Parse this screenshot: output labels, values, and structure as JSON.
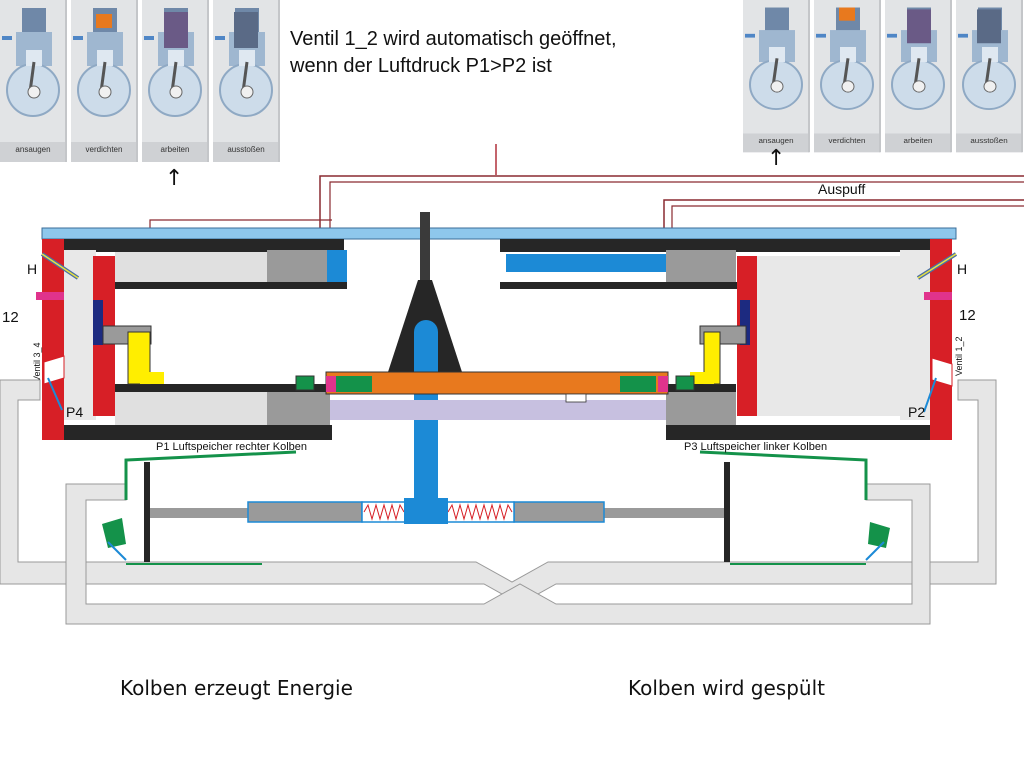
{
  "title": {
    "line1": "Ventil 1_2 wird automatisch geöffnet,",
    "line2": "wenn der Luftdruck P1>P2 ist"
  },
  "strips": {
    "left_labels": [
      "ansaugen",
      "verdichten",
      "arbeiten",
      "ausstoßen"
    ],
    "right_labels": [
      "ansaugen",
      "verdichten",
      "arbeiten",
      "ausstoßen"
    ]
  },
  "arrows": {
    "up": "↑"
  },
  "labels": {
    "auspuff": "Auspuff",
    "h_left": "H",
    "h_right": "H",
    "twelve_left": "12",
    "twelve_right": "12",
    "ventil_left": "Ventil 3_4",
    "ventil_right": "Ventil 1_2",
    "p4": "P4",
    "p2": "P2",
    "p1_note": "P1 Luftspeicher rechter Kolben",
    "p3_note": "P3 Luftspeicher linker Kolben"
  },
  "captions": {
    "left": "Kolben erzeugt Energie",
    "right": "Kolben wird gespült"
  },
  "colors": {
    "frame_red": "#d71f26",
    "cap_blue": "#8ec7ec",
    "rod_blue": "#1c8ad6",
    "piston_yellow": "#ffee00",
    "beam_orange": "#e8791e",
    "seal_green": "#14924a",
    "duct_gray": "#e6e6e6",
    "dark": "#262626",
    "lavender": "#c7c0e0",
    "navy": "#1c2a80",
    "magenta": "#e0338c"
  }
}
